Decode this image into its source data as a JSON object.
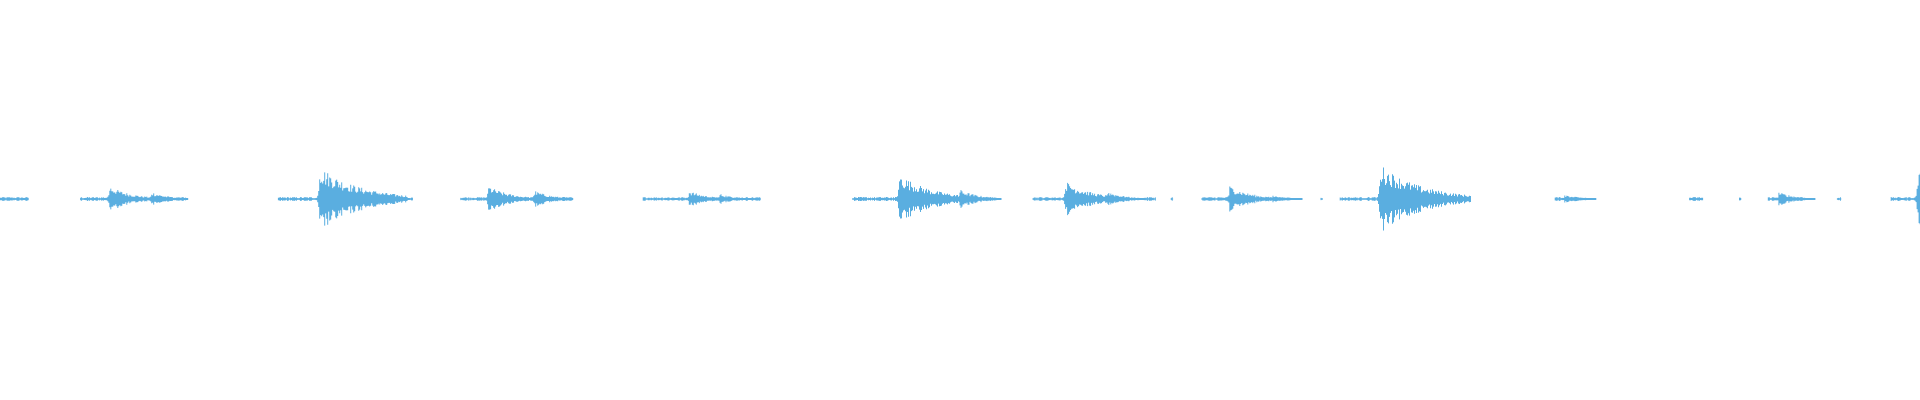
{
  "waveform": {
    "color": "#5aaee0",
    "background": "#ffffff",
    "baseline_level": 0.0,
    "segments": [
      {
        "start": 0.0,
        "end": 0.015,
        "peaks": []
      },
      {
        "start": 0.042,
        "end": 0.097,
        "peaks": [
          {
            "at": 0.0572,
            "amp": 0.22
          },
          {
            "at": 0.079,
            "amp": 0.12
          }
        ]
      },
      {
        "start": 0.145,
        "end": 0.215,
        "peaks": [
          {
            "at": 0.1665,
            "amp": 0.55
          },
          {
            "at": 0.196,
            "amp": 0.1
          }
        ]
      },
      {
        "start": 0.24,
        "end": 0.298,
        "peaks": [
          {
            "at": 0.2545,
            "amp": 0.22
          },
          {
            "at": 0.2785,
            "amp": 0.14
          }
        ]
      },
      {
        "start": 0.335,
        "end": 0.396,
        "peaks": [
          {
            "at": 0.359,
            "amp": 0.14
          },
          {
            "at": 0.375,
            "amp": 0.09
          }
        ]
      },
      {
        "start": 0.444,
        "end": 0.517,
        "peaks": [
          {
            "at": 0.4685,
            "amp": 0.42
          },
          {
            "at": 0.5,
            "amp": 0.16
          }
        ]
      },
      {
        "start": 0.538,
        "end": 0.592,
        "peaks": [
          {
            "at": 0.555,
            "amp": 0.3
          },
          {
            "at": 0.577,
            "amp": 0.13
          }
        ]
      },
      {
        "start": 0.596,
        "end": 0.602,
        "peaks": []
      },
      {
        "start": 0.61,
        "end": 0.611,
        "peaks": []
      },
      {
        "start": 0.626,
        "end": 0.672,
        "peaks": [
          {
            "at": 0.6405,
            "amp": 0.22
          },
          {
            "at": 0.663,
            "amp": 0.06
          }
        ]
      },
      {
        "start": 0.688,
        "end": 0.689,
        "peaks": []
      },
      {
        "start": 0.698,
        "end": 0.75,
        "peaks": [
          {
            "at": 0.719,
            "amp": 0.58
          }
        ]
      },
      {
        "start": 0.81,
        "end": 0.826,
        "peaks": [
          {
            "at": 0.815,
            "amp": 0.08
          }
        ]
      },
      {
        "start": 0.88,
        "end": 0.887,
        "peaks": []
      },
      {
        "start": 0.906,
        "end": 0.907,
        "peaks": []
      },
      {
        "start": 0.921,
        "end": 0.94,
        "peaks": [
          {
            "at": 0.9265,
            "amp": 0.12
          }
        ]
      },
      {
        "start": 0.957,
        "end": 0.959,
        "peaks": []
      },
      {
        "start": 0.985,
        "end": 1.0,
        "peaks": [
          {
            "at": 0.999,
            "amp": 0.45
          }
        ]
      }
    ]
  }
}
